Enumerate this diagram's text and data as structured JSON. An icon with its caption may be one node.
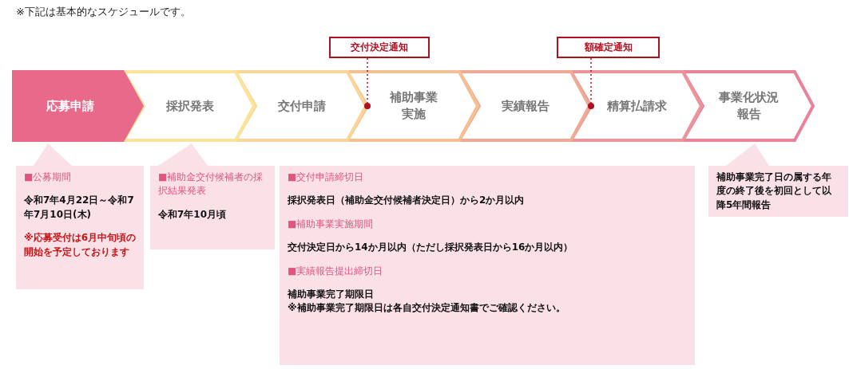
{
  "diagram": {
    "nodes": [
      {
        "text": [
          "応募申請"
        ]
      },
      {
        "text": [
          "採択発表"
        ]
      },
      {
        "text": [
          "交付申請"
        ]
      },
      {
        "text": [
          "補助事業実施"
        ]
      },
      {
        "text": [
          "実績報告"
        ]
      },
      {
        "text": [
          "精算払請求"
        ]
      },
      {
        "text": [
          "事業化状況報告"
        ]
      },
      {
        "text": [
          "交付決定通知"
        ]
      },
      {
        "text": [
          "額確定通知"
        ]
      },
      {
        "text": [
          "■公募期間",
          "令和7年4月22日～令和7年7月10日(木)",
          "※応募受付は6月中旬頃の開始を予定しております"
        ]
      },
      {
        "text": [
          "■補助金交付候補者の採択結果発表",
          "令和7年10月頃"
        ]
      },
      {
        "text": [
          "■交付申請締切日",
          "採択発表日（補助金交付候補者決定日）から2か月以内",
          "■補助事業実施期間",
          "交付決定日から14か月以内（ただし採択発表日から16か月以内）",
          "■実績報告提出締切日",
          "補助事業完了期限日",
          "※補助事業完了期限日は各自交付決定通知書でご確認ください。"
        ]
      },
      {
        "text": [
          "補助事業完了日の属する年度の終了後を初回として以降5年間報告"
        ]
      }
    ],
    "edges": [
      {
        "from": 7,
        "to": 3,
        "arrow": "other",
        "style": "dashed"
      },
      {
        "from": 8,
        "to": 5,
        "arrow": "other",
        "style": "dashed"
      }
    ],
    "labels": [
      "※下記は基本的なスケジュールです。"
    ]
  }
}
